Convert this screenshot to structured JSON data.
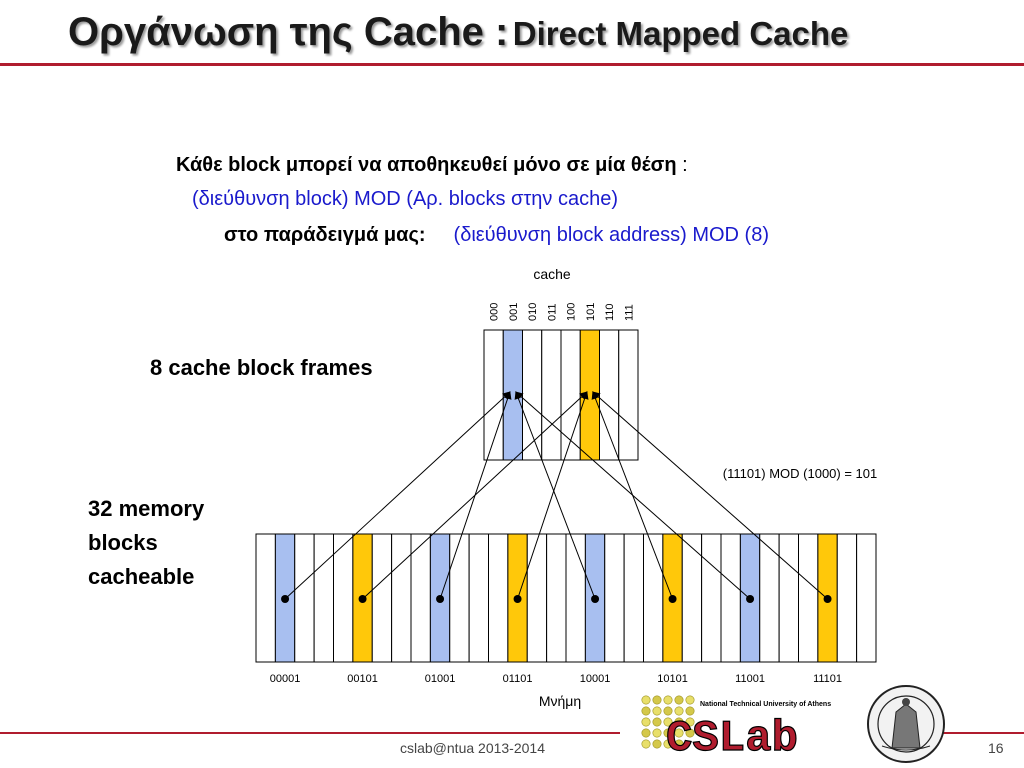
{
  "title": {
    "part1": "Οργάνωση της Cache :",
    "part2": "Direct Mapped Cache"
  },
  "body": {
    "line1_bold": "Κάθε block μπορεί να αποθηκευθεί μόνο σε μία θέση",
    "line1_tail": " :",
    "line2": "(διεύθυνση block)  MOD  (Αρ. blocks στην cache)",
    "line3_label": "στο παράδειγμά μας:",
    "line3_formula": "(διεύθυνση block address)  MOD  (8)"
  },
  "diagram": {
    "cache_title": "cache",
    "cache_indices": [
      "000",
      "001",
      "010",
      "011",
      "100",
      "101",
      "110",
      "111"
    ],
    "cache_highlight": {
      "1": "#a8bff0",
      "5": "#ffc80a"
    },
    "cache_label": "8 cache block frames",
    "memory_label": "32 memory blocks cacheable",
    "memory_block_count": 32,
    "memory_highlight_colors": [
      "#a8bff0",
      "#ffc80a"
    ],
    "memory_addresses": [
      "00001",
      "00101",
      "01001",
      "01101",
      "10001",
      "10101",
      "11001",
      "11101"
    ],
    "memory_title": "Μνήμη",
    "example_note": "(11101) MOD (1000)  = 101",
    "colors": {
      "cache_a": "#a8bff0",
      "cache_b": "#ffc80a",
      "arrow": "#000000"
    }
  },
  "footer": {
    "text": "cslab@ntua 2013-2014",
    "page_number": "16",
    "logo_text": "CSLab",
    "logo_subtitle": "National Technical University of Athens"
  },
  "colors": {
    "accent_rule": "#b01c2e",
    "blue_text": "#1a1acc"
  }
}
